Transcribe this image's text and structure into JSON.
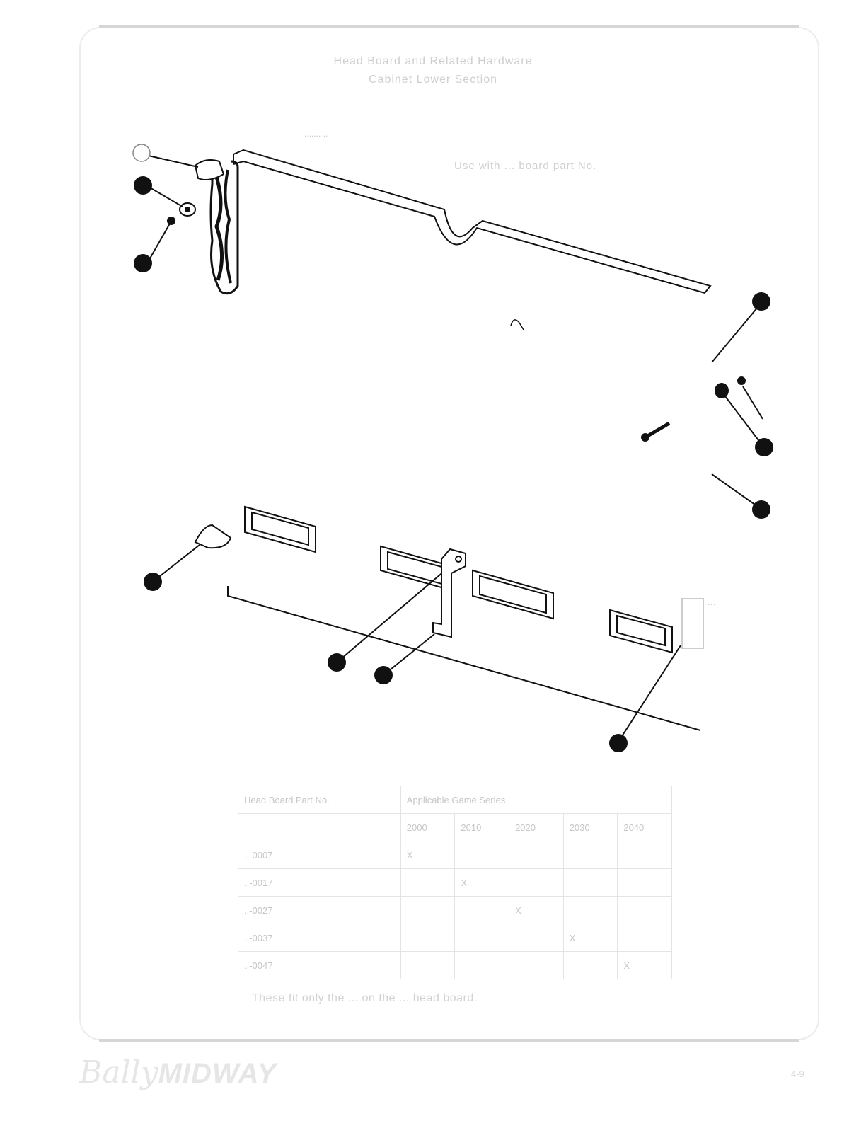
{
  "header": {
    "title_line1": "Head Board and Related Hardware",
    "title_line2": "Cabinet Lower Section"
  },
  "diagram": {
    "stamp_text": "....... ..",
    "note_top": "Use with ... board part No.",
    "note_right": "...",
    "callouts": [
      "",
      "",
      "",
      "",
      "",
      "",
      "",
      "",
      "",
      "",
      ""
    ]
  },
  "table": {
    "header_col1": "Head Board Part No.",
    "header_col2": "Applicable Game Series",
    "subheader": [
      "2000",
      "2010",
      "2020",
      "2030",
      "2040"
    ],
    "rows": [
      {
        "part": "..-0007",
        "marks": [
          "X",
          "",
          "",
          "",
          ""
        ]
      },
      {
        "part": "..-0017",
        "marks": [
          "",
          "X",
          "",
          "",
          ""
        ]
      },
      {
        "part": "..-0027",
        "marks": [
          "",
          "",
          "X",
          "",
          ""
        ]
      },
      {
        "part": "..-0037",
        "marks": [
          "",
          "",
          "",
          "X",
          ""
        ]
      },
      {
        "part": "..-0047",
        "marks": [
          "",
          "",
          "",
          "",
          "X"
        ]
      }
    ]
  },
  "footnote": "These fit only the ... on the ... head board.",
  "footer": {
    "brand_script": "Bally",
    "brand_word": "MIDWAY",
    "page_number": "4-9"
  }
}
